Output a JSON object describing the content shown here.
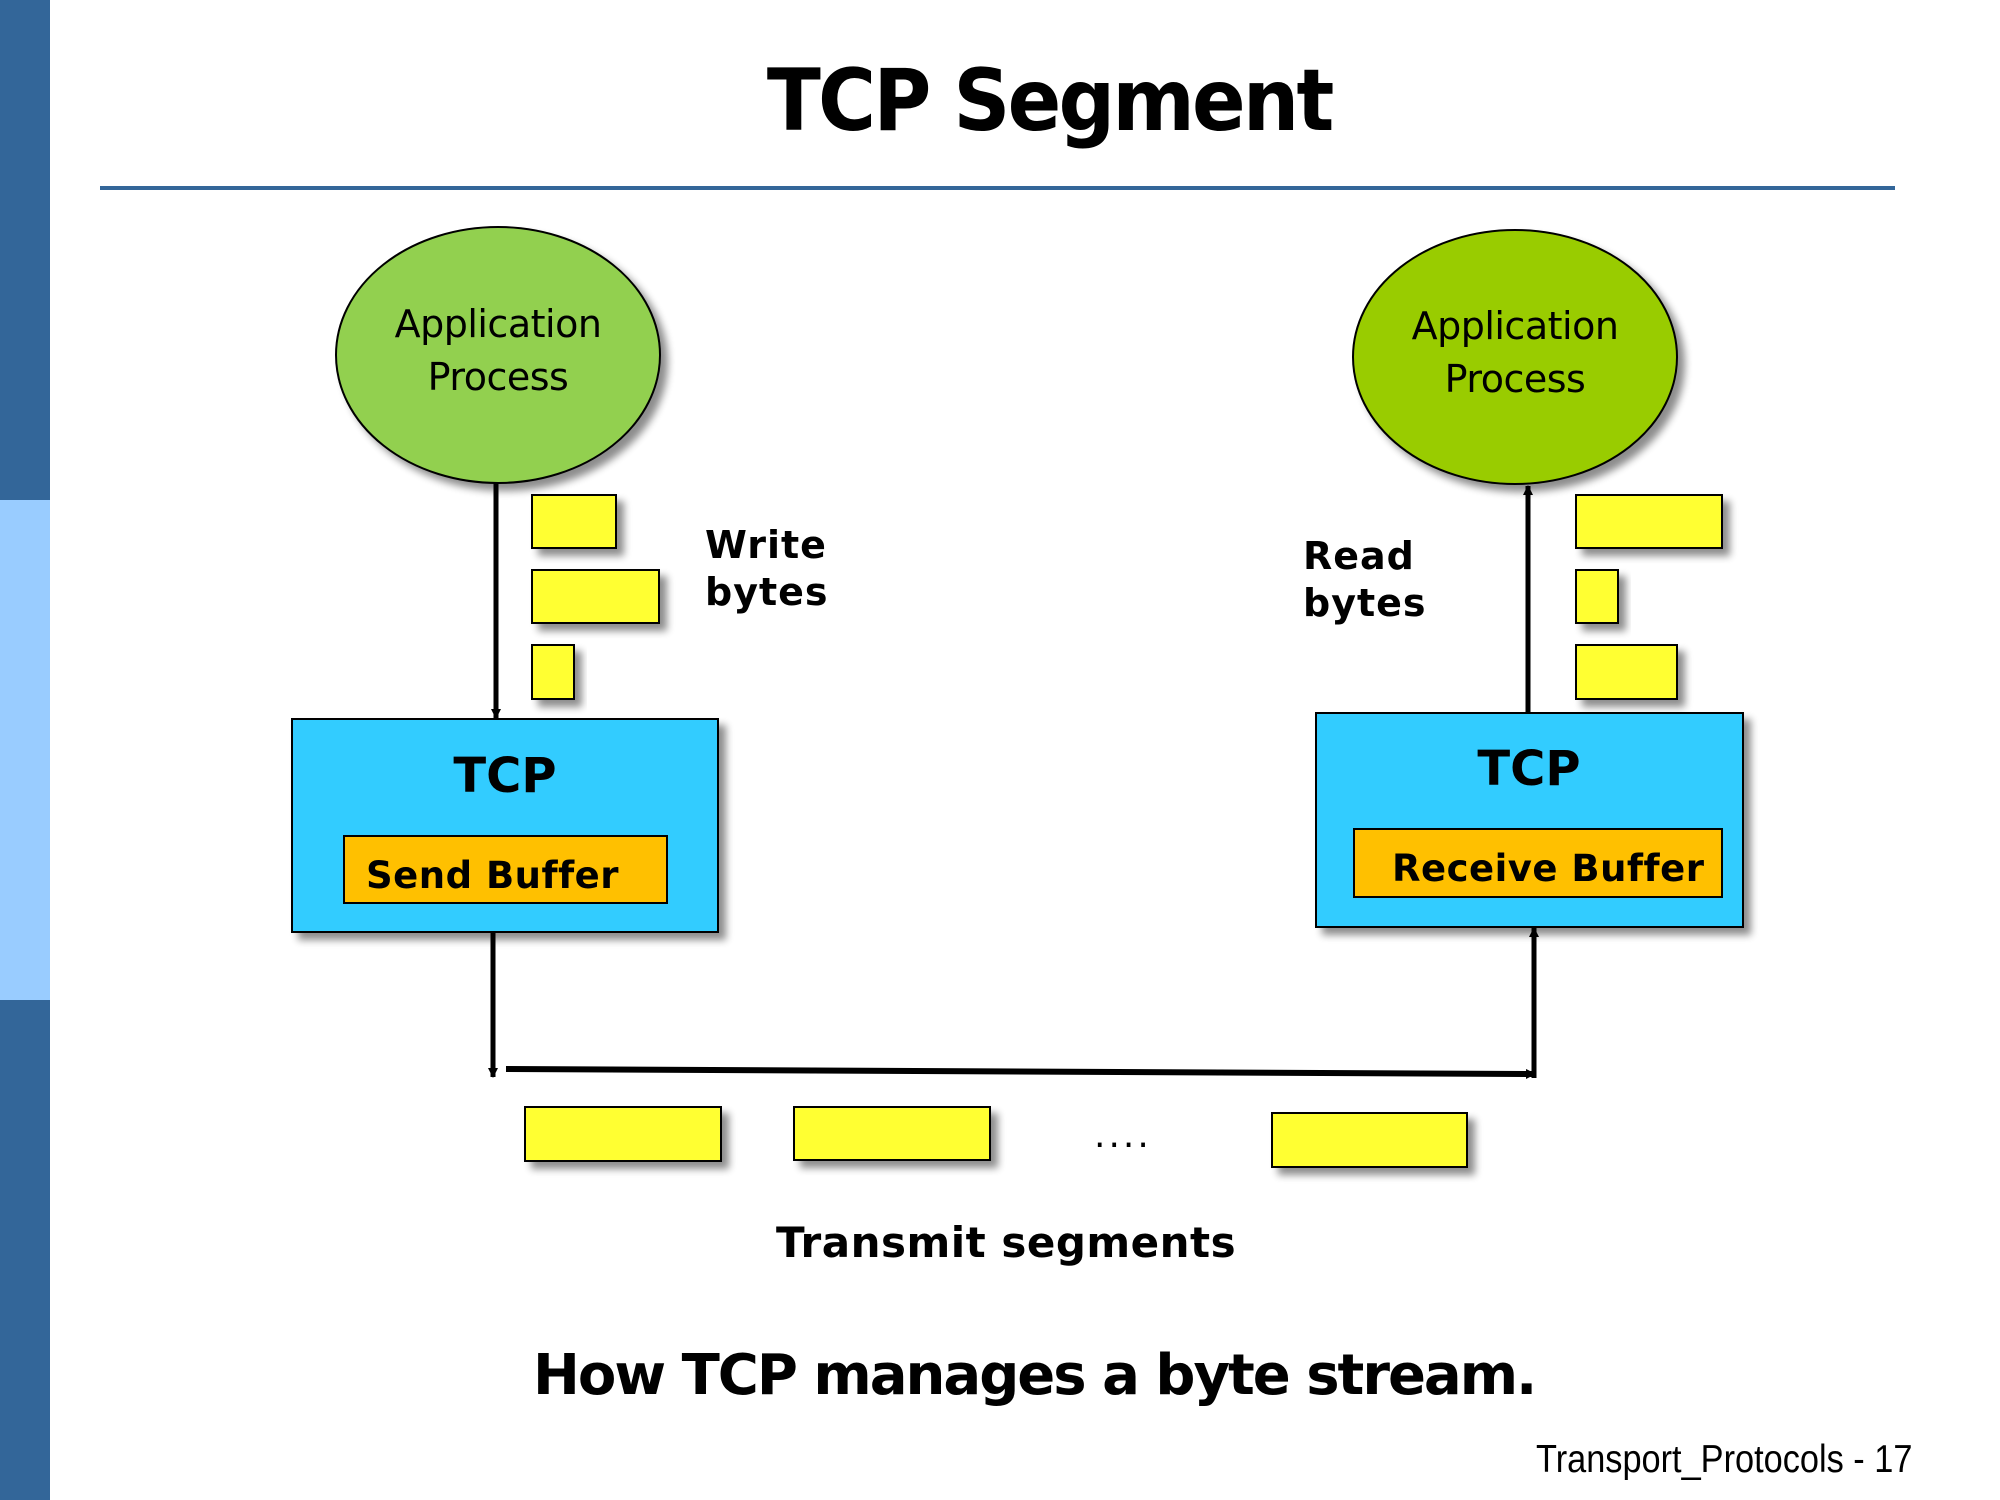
{
  "slide": {
    "title": "TCP Segment",
    "caption": "How TCP manages a byte stream.",
    "footer": "Transport_Protocols - 17"
  },
  "sidebar": {
    "colors": [
      "#336699",
      "#99ccff",
      "#336699"
    ]
  },
  "colors": {
    "accent_rule": "#336699",
    "sender_process": "#92d050",
    "receiver_process": "#99cc00",
    "tcp_box": "#33ccff",
    "buffer": "#ffc000",
    "segment": "#ffff33"
  },
  "sender": {
    "process_line1": "Application",
    "process_line2": "Process",
    "action_line1": "Write",
    "action_line2": "bytes",
    "tcp_label": "TCP",
    "buffer_label": "Send Buffer",
    "byte_chunks": 3
  },
  "receiver": {
    "process_line1": "Application",
    "process_line2": "Process",
    "action_line1": "Read",
    "action_line2": "bytes",
    "tcp_label": "TCP",
    "buffer_label": "Receive Buffer",
    "byte_chunks": 3
  },
  "transmission": {
    "label": "Transmit segments",
    "ellipsis": "....",
    "segments_shown": 3
  }
}
